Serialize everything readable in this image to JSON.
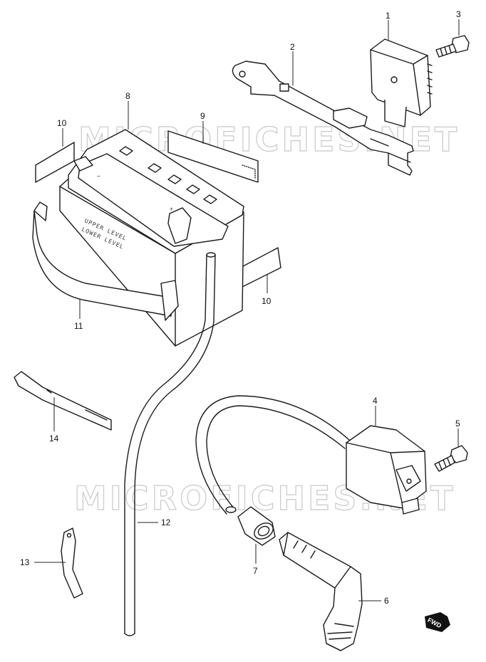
{
  "watermark": "MICROFICHES.NET",
  "battery_text": {
    "upper": "UPPER LEVEL",
    "lower": "LOWER LEVEL",
    "minus": "−",
    "plus": "+"
  },
  "fwd_label": "FWD",
  "callouts": [
    {
      "id": "1",
      "label": "1"
    },
    {
      "id": "2",
      "label": "2"
    },
    {
      "id": "3",
      "label": "3"
    },
    {
      "id": "4",
      "label": "4"
    },
    {
      "id": "5",
      "label": "5"
    },
    {
      "id": "6",
      "label": "6"
    },
    {
      "id": "7",
      "label": "7"
    },
    {
      "id": "8",
      "label": "8"
    },
    {
      "id": "9",
      "label": "9"
    },
    {
      "id": "10a",
      "label": "10"
    },
    {
      "id": "10b",
      "label": "10"
    },
    {
      "id": "11",
      "label": "11"
    },
    {
      "id": "12",
      "label": "12"
    },
    {
      "id": "13",
      "label": "13"
    },
    {
      "id": "14",
      "label": "14"
    }
  ]
}
